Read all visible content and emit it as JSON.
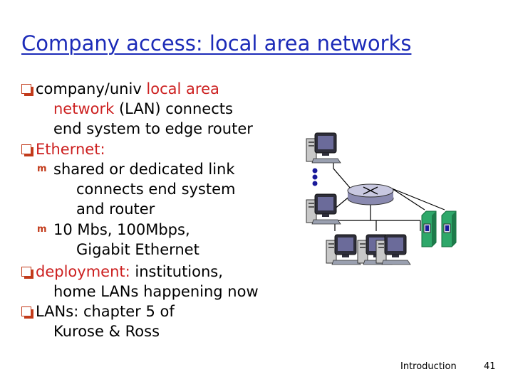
{
  "slide": {
    "title": "Company access: local area networks",
    "bullets": [
      {
        "parts": [
          {
            "text": "company/univ ",
            "red": false
          },
          {
            "text": "local area",
            "red": true
          }
        ]
      },
      {
        "parts": [
          {
            "text": "network",
            "red": true
          },
          {
            "text": " (LAN) connects",
            "red": false
          }
        ]
      },
      {
        "parts": [
          {
            "text": "end system to edge router",
            "red": false
          }
        ]
      },
      {
        "parts": [
          {
            "text": "Ethernet:",
            "red": true
          }
        ]
      },
      {
        "parts": [
          {
            "text": "shared or dedicated link",
            "red": false
          }
        ]
      },
      {
        "parts": [
          {
            "text": "connects end system",
            "red": false
          }
        ]
      },
      {
        "parts": [
          {
            "text": "and router",
            "red": false
          }
        ]
      },
      {
        "parts": [
          {
            "text": "10 Mbs, 100Mbps,",
            "red": false
          }
        ]
      },
      {
        "parts": [
          {
            "text": "Gigabit Ethernet",
            "red": false
          }
        ]
      },
      {
        "parts": [
          {
            "text": "deployment: ",
            "red": true
          },
          {
            "text": "institutions,",
            "red": false
          }
        ]
      },
      {
        "parts": [
          {
            "text": "home LANs happening now",
            "red": false
          }
        ]
      },
      {
        "parts": [
          {
            "text": "LANs:  chapter 5 of",
            "red": false
          }
        ]
      },
      {
        "parts": [
          {
            "text": "Kurose & Ross",
            "red": false
          }
        ]
      }
    ]
  },
  "footer": {
    "section": "Introduction",
    "page_number": "41"
  },
  "diagram": {
    "icons": [
      "desktop-computer-icon",
      "router-icon",
      "server-icon"
    ],
    "colors": {
      "monitor": "#3a3a4a",
      "screen": "#5a5a8a",
      "router": "#b8b8d8",
      "server": "#2ea86a",
      "link": "#000000",
      "dots": "#1a1a9a"
    }
  },
  "colors": {
    "title": "#1c2bb8",
    "accent_red": "#cc1f1f",
    "bullet": "#c23a1a"
  }
}
